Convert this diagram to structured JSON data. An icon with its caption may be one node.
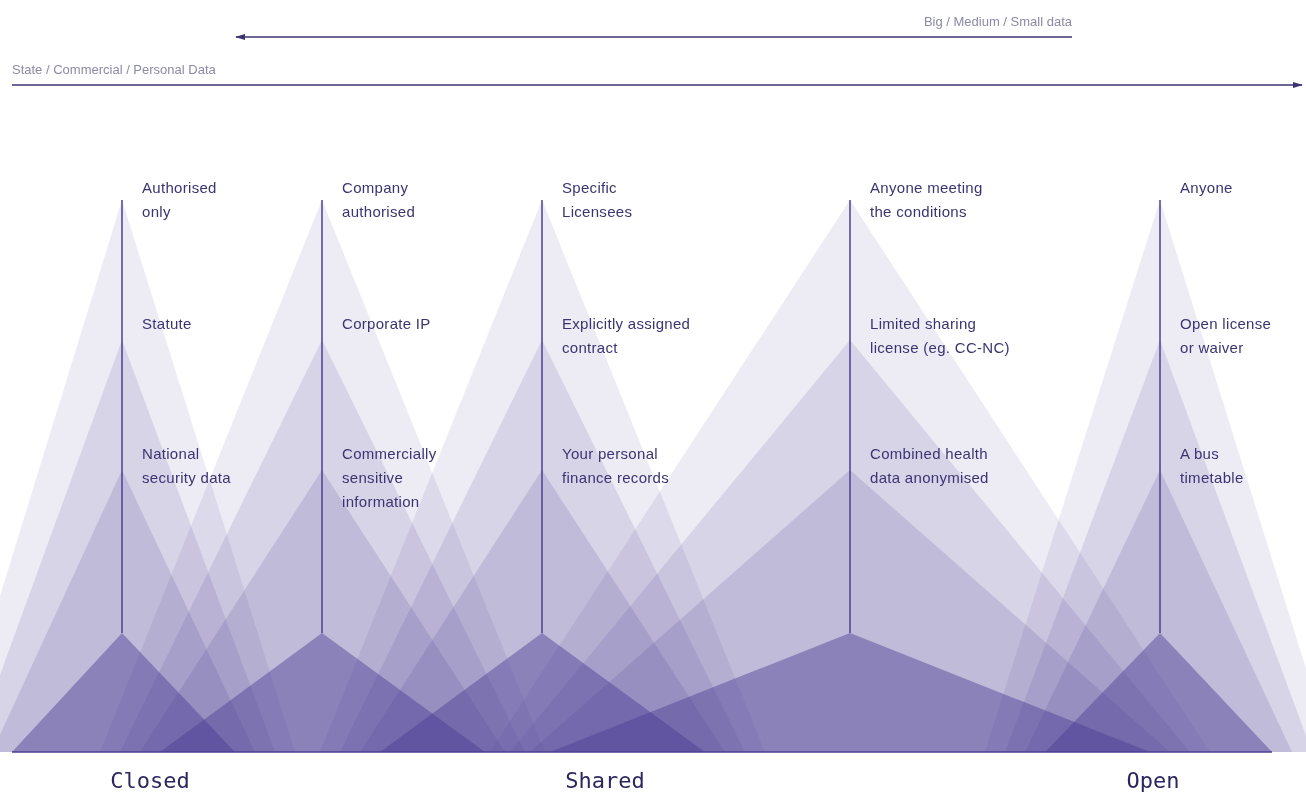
{
  "diagram": {
    "labels": [
      "Big / Medium / Small data",
      "State / Commercial / Personal Data",
      "Authorised only",
      "Company authorised",
      "Specific Licensees",
      "Anyone meeting the conditions",
      "Anyone",
      "Statute",
      "Corporate IP",
      "Explicitly assigned contract",
      "Limited sharing license (eg. CC-NC)",
      "Open license or waiver",
      "National security data",
      "Commercially sensitive information",
      "Your personal finance records",
      "Combined health data anonymised",
      "A bus timetable",
      "Closed",
      "Shared",
      "Open"
    ]
  }
}
